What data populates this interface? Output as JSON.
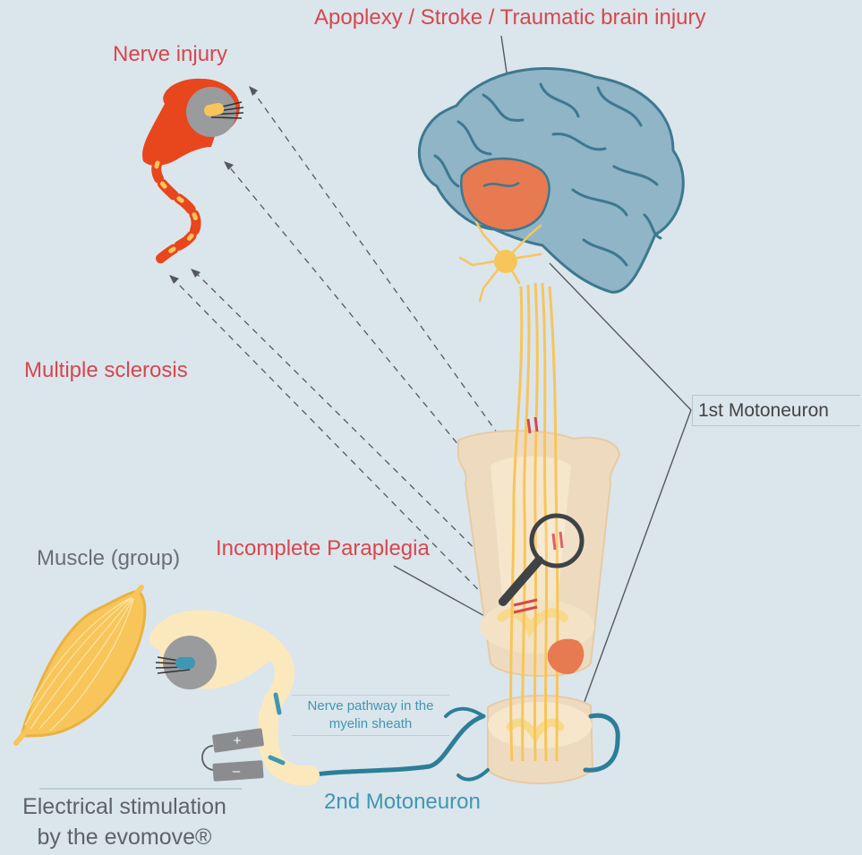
{
  "labels": {
    "stroke": "Apoplexy / Stroke / Traumatic brain injury",
    "nerve_injury": "Nerve injury",
    "multiple_sclerosis": "Multiple sclerosis",
    "first_motoneuron": "1st Motoneuron",
    "muscle": "Muscle (group)",
    "incomplete_paraplegia": "Incomplete Paraplegia",
    "nerve_pathway_line1": "Nerve pathway in the",
    "nerve_pathway_line2": "myelin sheath",
    "second_motoneuron": "2nd Motoneuron",
    "electrical_line1": "Electrical stimulation",
    "electrical_line2": "by the evomove®",
    "electrode_plus": "+",
    "electrode_minus": "–"
  },
  "colors": {
    "background": "#dbe5ec",
    "brain": "#8fb5c6",
    "brain_lesion": "#e77a50",
    "nerve_yellow": "#f7c55a",
    "spine": "#eedbbf",
    "damage_red": "#d6474d",
    "nerve_teal": "#2c7e98",
    "injury_orange": "#e8461d"
  }
}
